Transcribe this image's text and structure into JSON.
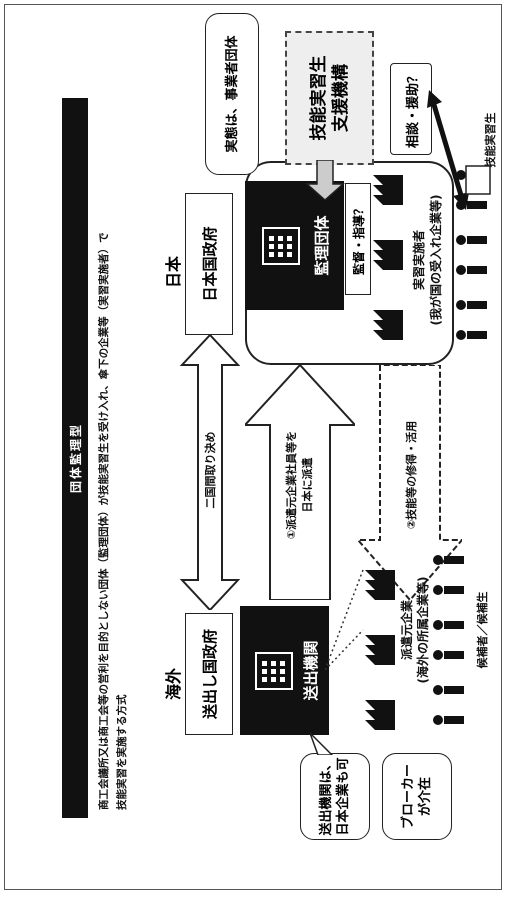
{
  "header": {
    "title": "団体監理型",
    "description_line1": "商工会議所又は商工会等の営利を目的としない団体（監理団体）が技能実習生を受け入れ、傘下の企業等（実習実施者）で",
    "description_line2": "技能実習を実施する方式"
  },
  "regions": {
    "overseas": "海外",
    "japan": "日本"
  },
  "governments": {
    "sending": "送出し国政府",
    "japan": "日本国政府"
  },
  "arrows": {
    "bilateral": "二国間取り決め",
    "dispatch_line1": "①派遣元企業社員等を",
    "dispatch_line2": "日本に派遣",
    "apply_line": "②技能等の修得・活用",
    "consult": "相談・援助？",
    "supervise": "監督・指導？"
  },
  "orgs": {
    "sending_org": "送出機関",
    "supervising_org": "監理団体",
    "dispatch_company_line1": "派遣元企業",
    "dispatch_company_line2": "(海外の所属企業等)",
    "host_line1": "実習実施者",
    "host_line2": "(我が国の受入れ企業等)",
    "otit_line1": "技能実習生",
    "otit_line2": "支援機構"
  },
  "people": {
    "candidates": "候補者／候補生",
    "trainees": "技能実習生"
  },
  "callouts": {
    "sending_org_note_line1": "送出機関は、",
    "sending_org_note_line2": "日本企業も可",
    "broker_line1": "ブローカー",
    "broker_line2": "が介在",
    "actual_org_note": "実態は、事業者団体"
  },
  "colors": {
    "black": "#111111",
    "white": "#ffffff",
    "arrow_fill": "#ffffff",
    "dashed_box": "#eeeeee"
  },
  "icons": [
    "building-icon",
    "factory-icon",
    "person-icon",
    "document-icon",
    "double-arrow-icon"
  ]
}
